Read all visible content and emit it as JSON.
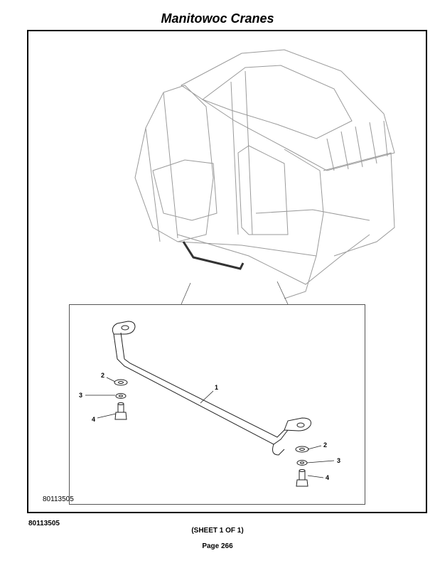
{
  "header": {
    "title": "Manitowoc Cranes"
  },
  "figure": {
    "inner_drawing_number": "80113505",
    "callouts": [
      "1",
      "2",
      "3",
      "4",
      "2",
      "3",
      "4"
    ]
  },
  "footer": {
    "drawing_number": "80113505",
    "sheet": "(SHEET 1 OF 1)",
    "page": "Page 266"
  }
}
